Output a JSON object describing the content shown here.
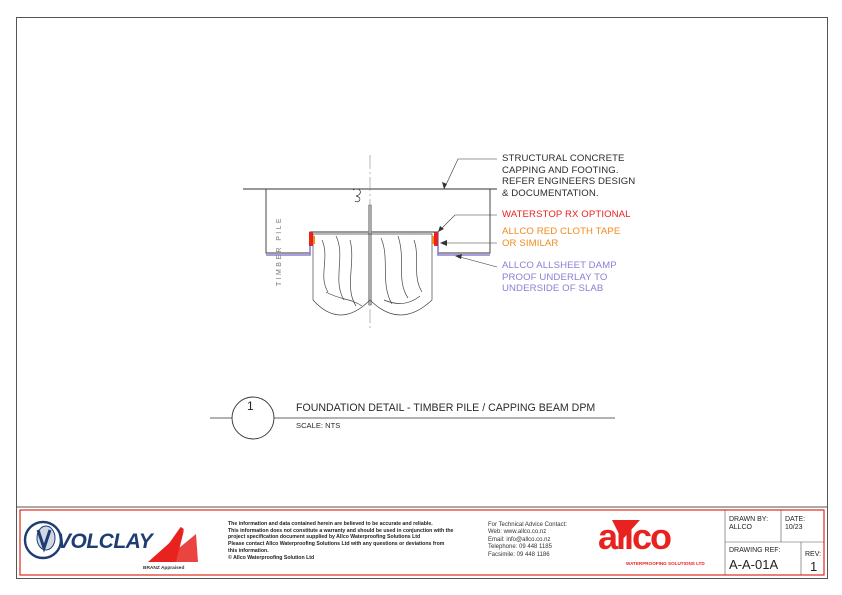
{
  "notes": {
    "capping": [
      "STRUCTURAL CONCRETE",
      "CAPPING AND FOOTING.",
      "REFER ENGINEERS DESIGN",
      "& DOCUMENTATION."
    ],
    "waterstop": "WATERSTOP RX OPTIONAL",
    "tape": [
      "ALLCO RED CLOTH TAPE",
      "OR SIMILAR"
    ],
    "underlay": [
      "ALLCO ALLSHEET DAMP",
      "PROOF UNDERLAY TO",
      "UNDERSIDE OF SLAB"
    ],
    "pile": "TIMBER PILE"
  },
  "detail": {
    "number": "1",
    "title": "FOUNDATION DETAIL - TIMBER PILE / CAPPING BEAM DPM",
    "scale": "SCALE: NTS"
  },
  "footer": {
    "volclay_logo": "VOLCLAY",
    "branz_logo": "BRANZ Appraised",
    "disclaimer": [
      "The information and data contained herein are believed to be accurate and reliable.",
      "This information does not constitute a warranty and should be used in conjunction with the",
      "project specification document supplied by Allco Waterproofing Solutions Ltd",
      "Please contact Allco Waterproofing Solutions Ltd with any questions or deviations from",
      "this information.",
      "© Allco Waterproofing Solution Ltd"
    ],
    "contact": [
      "For Technical Advice Contact:",
      "Web:  www.allco.co.nz",
      "Email:  info@allco.co.nz",
      "Telephone:  09 448 1185",
      "Facsimile:  09 448 1186"
    ],
    "allco_logo": "allco",
    "allco_tagline": "WATERPROOFING SOLUTIONS LTD",
    "drawn_by_label": "DRAWN BY:",
    "drawn_by": "ALLCO",
    "date_label": "DATE:",
    "date": "10/23",
    "drawing_ref_label": "DRAWING REF:",
    "drawing_ref": "A-A-01A",
    "rev_label": "REV:",
    "rev": "1"
  },
  "colors": {
    "red": "#e8231f",
    "orange": "#f28a1b",
    "purple": "#8e7dd6",
    "volclay_blue": "#1f3d73"
  }
}
